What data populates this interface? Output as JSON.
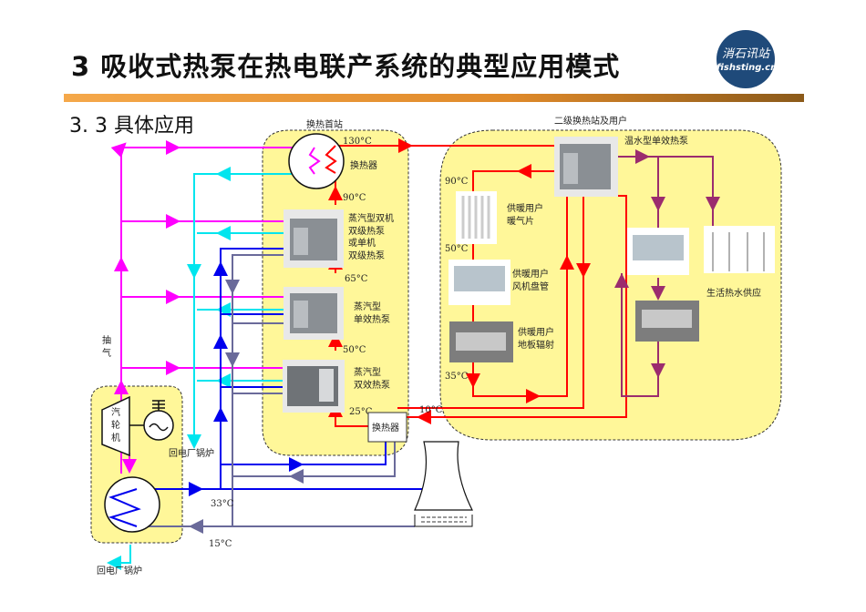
{
  "header": {
    "title": "3  吸收式热泵在热电联产系统的典型应用模式",
    "logo_line1": "消石讯站",
    "logo_line2": "fishsting.cn",
    "subtitle": "3. 3  具体应用"
  },
  "colors": {
    "steam": "#ff00ff",
    "condensate": "#00e5ee",
    "hot_water": "#ff0000",
    "cooling_supply": "#0000ee",
    "cooling_return": "#6a6a9a",
    "domestic": "#9b2c6e",
    "station_fill": "#fff799",
    "rule": "#e08a2a"
  },
  "station1": {
    "label": "换热首站",
    "heat_exchanger_label": "换热器",
    "temp_top": "130°C",
    "temp_90": "90°C",
    "temp_65": "65°C",
    "temp_50": "50°C",
    "temp_25": "25°C",
    "pump1_lines": [
      "蒸汽型双机",
      "双级热泵",
      "或单机",
      "双级热泵"
    ],
    "pump2_lines": [
      "蒸汽型",
      "单效热泵"
    ],
    "pump3_lines": [
      "蒸汽型",
      "双效热泵"
    ],
    "hx_bottom_label": "换热器"
  },
  "station2": {
    "label": "二级换热站及用户",
    "pump_label": "温水型单效热泵",
    "temp_90": "90°C",
    "temp_50": "50°C",
    "temp_35": "35°C",
    "temp_return": "10°C",
    "radiator_lines": [
      "供暖用户",
      "暖气片"
    ],
    "fancoil_lines": [
      "供暖用户",
      "风机盘管"
    ],
    "floor_lines": [
      "供暖用户",
      "地板辐射"
    ],
    "hot_water_label": "生活热水供应"
  },
  "plant": {
    "extraction_label": [
      "抽",
      "气"
    ],
    "turbine_lines": [
      "汽",
      "轮",
      "机"
    ],
    "return_boiler_1": "回电厂锅炉",
    "return_boiler_2": "回电厂锅炉",
    "temp_33": "33°C",
    "temp_15": "15°C"
  }
}
